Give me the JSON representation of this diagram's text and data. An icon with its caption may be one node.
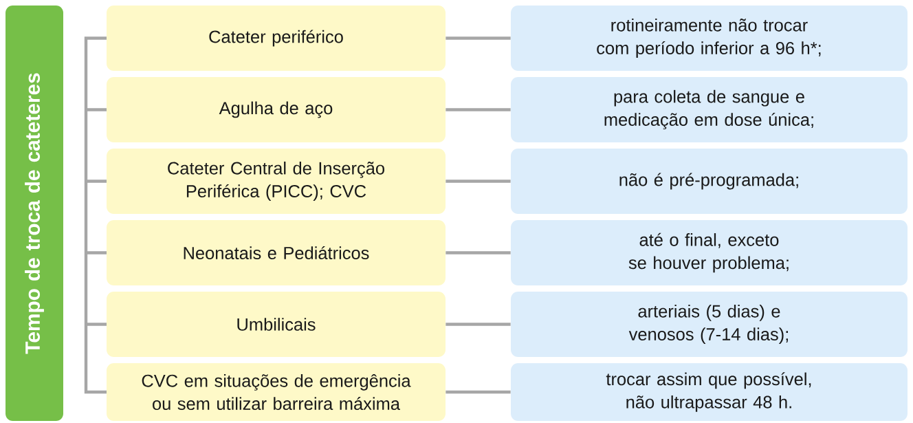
{
  "diagram": {
    "nodes": [
      {
        "text": [
          "Tempo de troca de cateteres"
        ]
      },
      {
        "text": [
          "Cateter periférico"
        ]
      },
      {
        "text": [
          "rotineiramente não trocar com período inferior a 96 h*;"
        ]
      },
      {
        "text": [
          "Agulha de aço"
        ]
      },
      {
        "text": [
          "para coleta de sangue e medicação em dose única;"
        ]
      },
      {
        "text": [
          "Cateter Central de Inserção Periférica (PICC); CVC"
        ]
      },
      {
        "text": [
          "não é pré-programada;"
        ]
      },
      {
        "text": [
          "Neonatais e Pediátricos"
        ]
      },
      {
        "text": [
          "até o final, exceto se houver problema;"
        ]
      },
      {
        "text": [
          "Umbilicais"
        ]
      },
      {
        "text": [
          "arteriais (5 dias) e venosos (7-14 dias);"
        ]
      },
      {
        "text": [
          "CVC em situações de emergência ou sem utilizar barreira máxima"
        ]
      },
      {
        "text": [
          "trocar assim que possível, não ultrapassar 48 h."
        ]
      }
    ],
    "edges": [
      {
        "from": 1,
        "to": 2,
        "arrow": "none"
      },
      {
        "from": 3,
        "to": 4,
        "arrow": "none"
      },
      {
        "from": 5,
        "to": 6,
        "arrow": "none"
      },
      {
        "from": 7,
        "to": 8,
        "arrow": "none"
      },
      {
        "from": 9,
        "to": 10,
        "arrow": "none"
      },
      {
        "from": 11,
        "to": 12,
        "arrow": "none"
      }
    ]
  }
}
